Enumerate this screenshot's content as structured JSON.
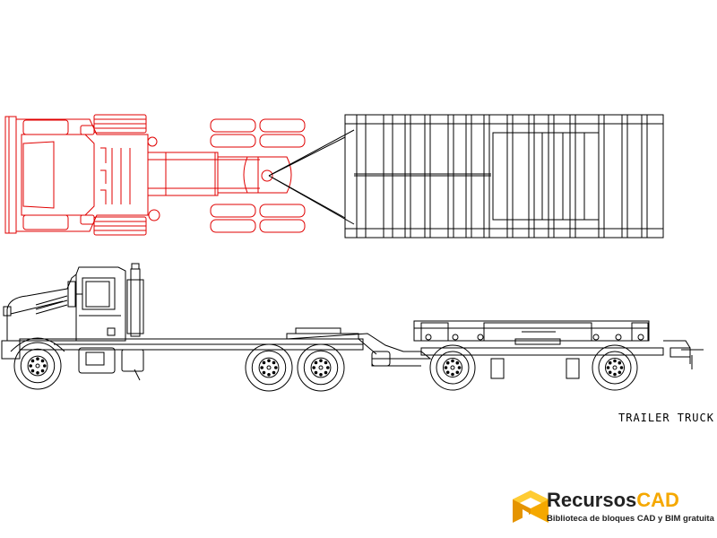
{
  "drawing": {
    "caption": "TRAILER TRUCK",
    "colors": {
      "plan_tractor": "#e00000",
      "lines": "#000000"
    }
  },
  "watermark": {
    "brand_part1": "Recursos",
    "brand_part2": "CAD",
    "tagline": "Biblioteca de bloques CAD y BIM gratuita",
    "colors": {
      "primary": "#222222",
      "accent": "#f5a800"
    }
  }
}
